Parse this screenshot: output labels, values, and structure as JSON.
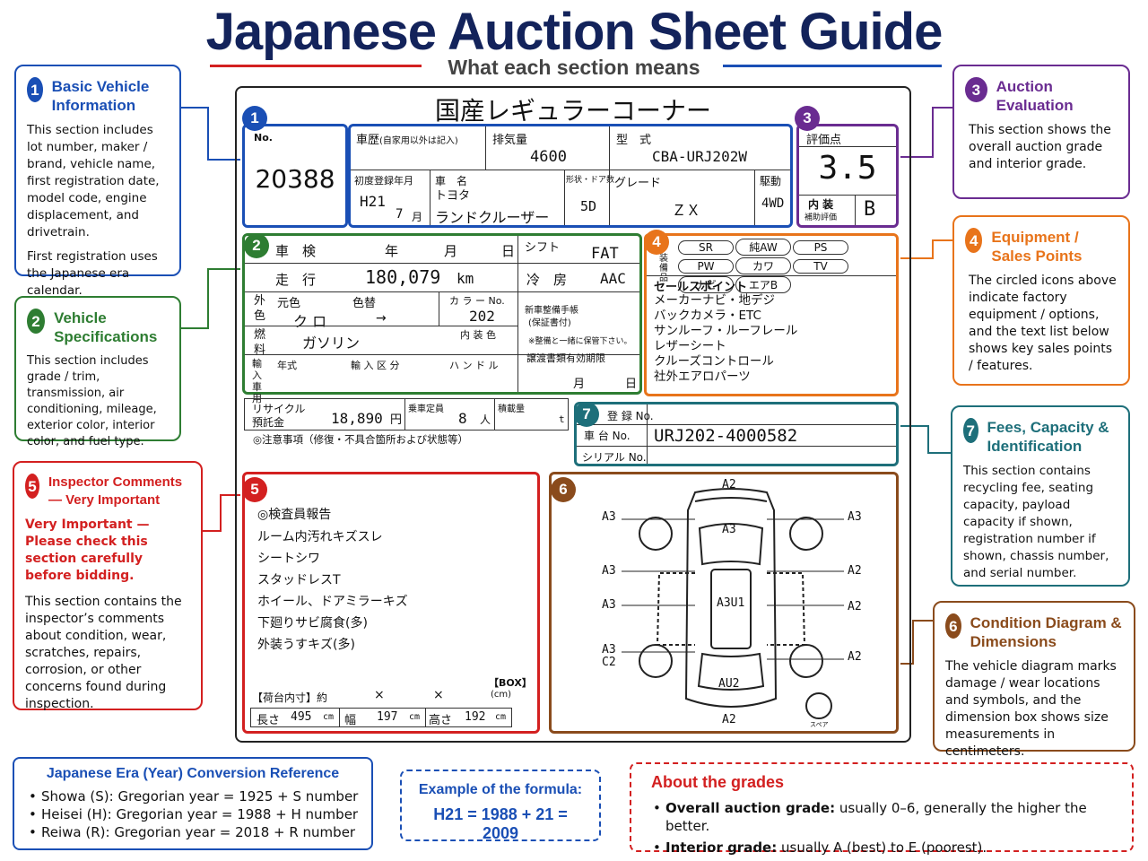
{
  "title": "Japanese Auction Sheet Guide",
  "subtitle": "What each section means",
  "colors": {
    "blue": "#1a4fb5",
    "green": "#2e7d32",
    "purple": "#6a2c91",
    "orange": "#e8741b",
    "red": "#d32020",
    "teal": "#1e6f7a",
    "brown": "#8a4b1c",
    "navy": "#13235b"
  },
  "panels": {
    "p1": {
      "num": "1",
      "title": "Basic Vehicle Information",
      "body": "This section includes lot number, maker / brand, vehicle name, first registration date, model code, engine displacement, and drivetrain.",
      "note": "First registration uses the Japanese era calendar."
    },
    "p2": {
      "num": "2",
      "title": "Vehicle Specifications",
      "body": "This section includes grade / trim, transmission, air conditioning, mileage, exterior color, interior color, and fuel type."
    },
    "p5": {
      "num": "5",
      "title": "Inspector Comments — Very Important",
      "warn": "Very Important — Please check this section carefully before bidding.",
      "body": "This section contains the inspector’s comments about condition, wear, scratches, repairs, corrosion, or other concerns found during inspection."
    },
    "p3": {
      "num": "3",
      "title": "Auction Evaluation",
      "body": "This section shows the overall auction grade and interior grade."
    },
    "p4": {
      "num": "4",
      "title": "Equipment / Sales Points",
      "body": "The circled icons above indicate factory equipment / options, and the text list below shows key sales points / features."
    },
    "p7": {
      "num": "7",
      "title": "Fees, Capacity & Identification",
      "body": "This section contains recycling fee, seating capacity, payload capacity if shown, registration number if shown, chassis number, and serial number."
    },
    "p6": {
      "num": "6",
      "title": "Condition Diagram & Dimensions",
      "body": "The vehicle diagram marks damage / wear locations and symbols, and the dimension box shows size measurements in centimeters."
    }
  },
  "sheet": {
    "header": "国産レギュラーコーナー",
    "no_label": "No.",
    "lot": "20388",
    "history_label": "車歴",
    "history_note": "(自家用以外は記入)",
    "displacement_label": "排気量",
    "displacement": "4600",
    "model_label": "型　式",
    "model": "CBA-URJ202W",
    "firstreg_label": "初度登録年月",
    "firstreg_year": "H21",
    "firstreg_month": "7",
    "month_unit": "月",
    "carname_label": "車　名",
    "maker": "トヨタ",
    "carname": "ランドクルーザー",
    "doors_label": "形状・ドア数",
    "doors": "5D",
    "grade_label": "グレード",
    "grade": "ＺＸ",
    "drive_label": "駆動",
    "drive": "4WD",
    "eval_label": "評価点",
    "score": "3.5",
    "interior_label": "内 装",
    "interior_sub": "補助評価",
    "interior": "B",
    "inspection_label": "車　検",
    "year_unit": "年",
    "month_unit2": "月",
    "day_unit": "日",
    "shift_label": "シフト",
    "shift": "FAT",
    "mileage_label": "走　行",
    "mileage": "180,079",
    "km": "km",
    "ac_label": "冷　房",
    "ac": "AAC",
    "ext_label1": "外",
    "ext_label2": "色",
    "original_label": "元色",
    "changed_label": "色替",
    "colorno_label": "カ ラ ー No.",
    "ext_color": "ク ロ",
    "arrow": "→",
    "colorno": "202",
    "interior_color_label": "内 装 色",
    "maint_label": "新車整備手帳",
    "maint_sub": "(保証書付)",
    "maint_note": "※整備と一緒に保管下さい。",
    "fuel_label1": "燃",
    "fuel_label2": "料",
    "fuel": "ガソリン",
    "import_label": "輸入車用",
    "import_year": "年式",
    "import_type": "輸 入 区 分",
    "handle": "ハ ン ド ル",
    "transfer_label": "譲渡書類有効期限",
    "month3": "月",
    "day3": "日",
    "equip_label": "装備品",
    "equipment": [
      "SR",
      "純AW",
      "PS",
      "PW",
      "カワ",
      "TV",
      "ナビ",
      "エアB"
    ],
    "sales_label": "セールスポイント",
    "sales": [
      "メーカーナビ・地デジ",
      "バックカメラ・ETC",
      "サンルーフ・ルーフレール",
      "レザーシート",
      "クルーズコントロール",
      "社外エアロパーツ"
    ],
    "recycle_label": "リサイクル",
    "recycle_sub": "預託金",
    "recycle": "18,890",
    "yen": "円",
    "seats_label": "乗車定員",
    "seats": "8",
    "person": "人",
    "payload_label": "積載量",
    "ton": "t",
    "caution": "◎注意事項（修復・不具合箇所および状態等）",
    "reg_label": "登 録 No.",
    "chassis_label": "車 台 No.",
    "chassis": "URJ202-4000582",
    "serial_label": "シリアル No.",
    "report_title": "◎検査員報告",
    "report": [
      "ルーム内汚れキズスレ",
      "シートシワ",
      "スタッドレスT",
      "ホイール、ドアミラーキズ",
      "下廻りサビ腐食(多)",
      "外装うすキズ(多)"
    ],
    "cargo_label": "【荷台内寸】約",
    "x1": "×",
    "x2": "×",
    "box_label": "【BOX】",
    "cm_label": "(cm)",
    "len_label": "長さ",
    "len": "495",
    "wid_label": "幅",
    "wid": "197",
    "hei_label": "高さ",
    "hei": "192",
    "cm": "cm",
    "diagram": {
      "top": "A2",
      "bottom": "A2",
      "lu": "A3",
      "ru": "A3",
      "roof": "A3",
      "l2": "A3",
      "r2": "A2",
      "l3": "A3",
      "center": "A3U1",
      "r3": "A2",
      "l4a": "A3",
      "l4b": "C2",
      "r4": "A2",
      "rear": "AU2",
      "spare": "スペア"
    }
  },
  "bottom": {
    "era_title": "Japanese Era (Year) Conversion Reference",
    "era": [
      "Showa (S): Gregorian year = 1925 + S number",
      "Heisei (H): Gregorian year = 1988 + H number",
      "Reiwa (R): Gregorian year = 2018 + R number"
    ],
    "formula_title": "Example of the formula:",
    "formula": "H21 = 1988 + 21 = 2009",
    "grades_title": "About the grades",
    "grades": [
      {
        "b": "Overall auction grade:",
        "t": " usually 0–6, generally the higher the better."
      },
      {
        "b": "Interior grade:",
        "t": " usually A (best) to E (poorest)."
      }
    ]
  }
}
